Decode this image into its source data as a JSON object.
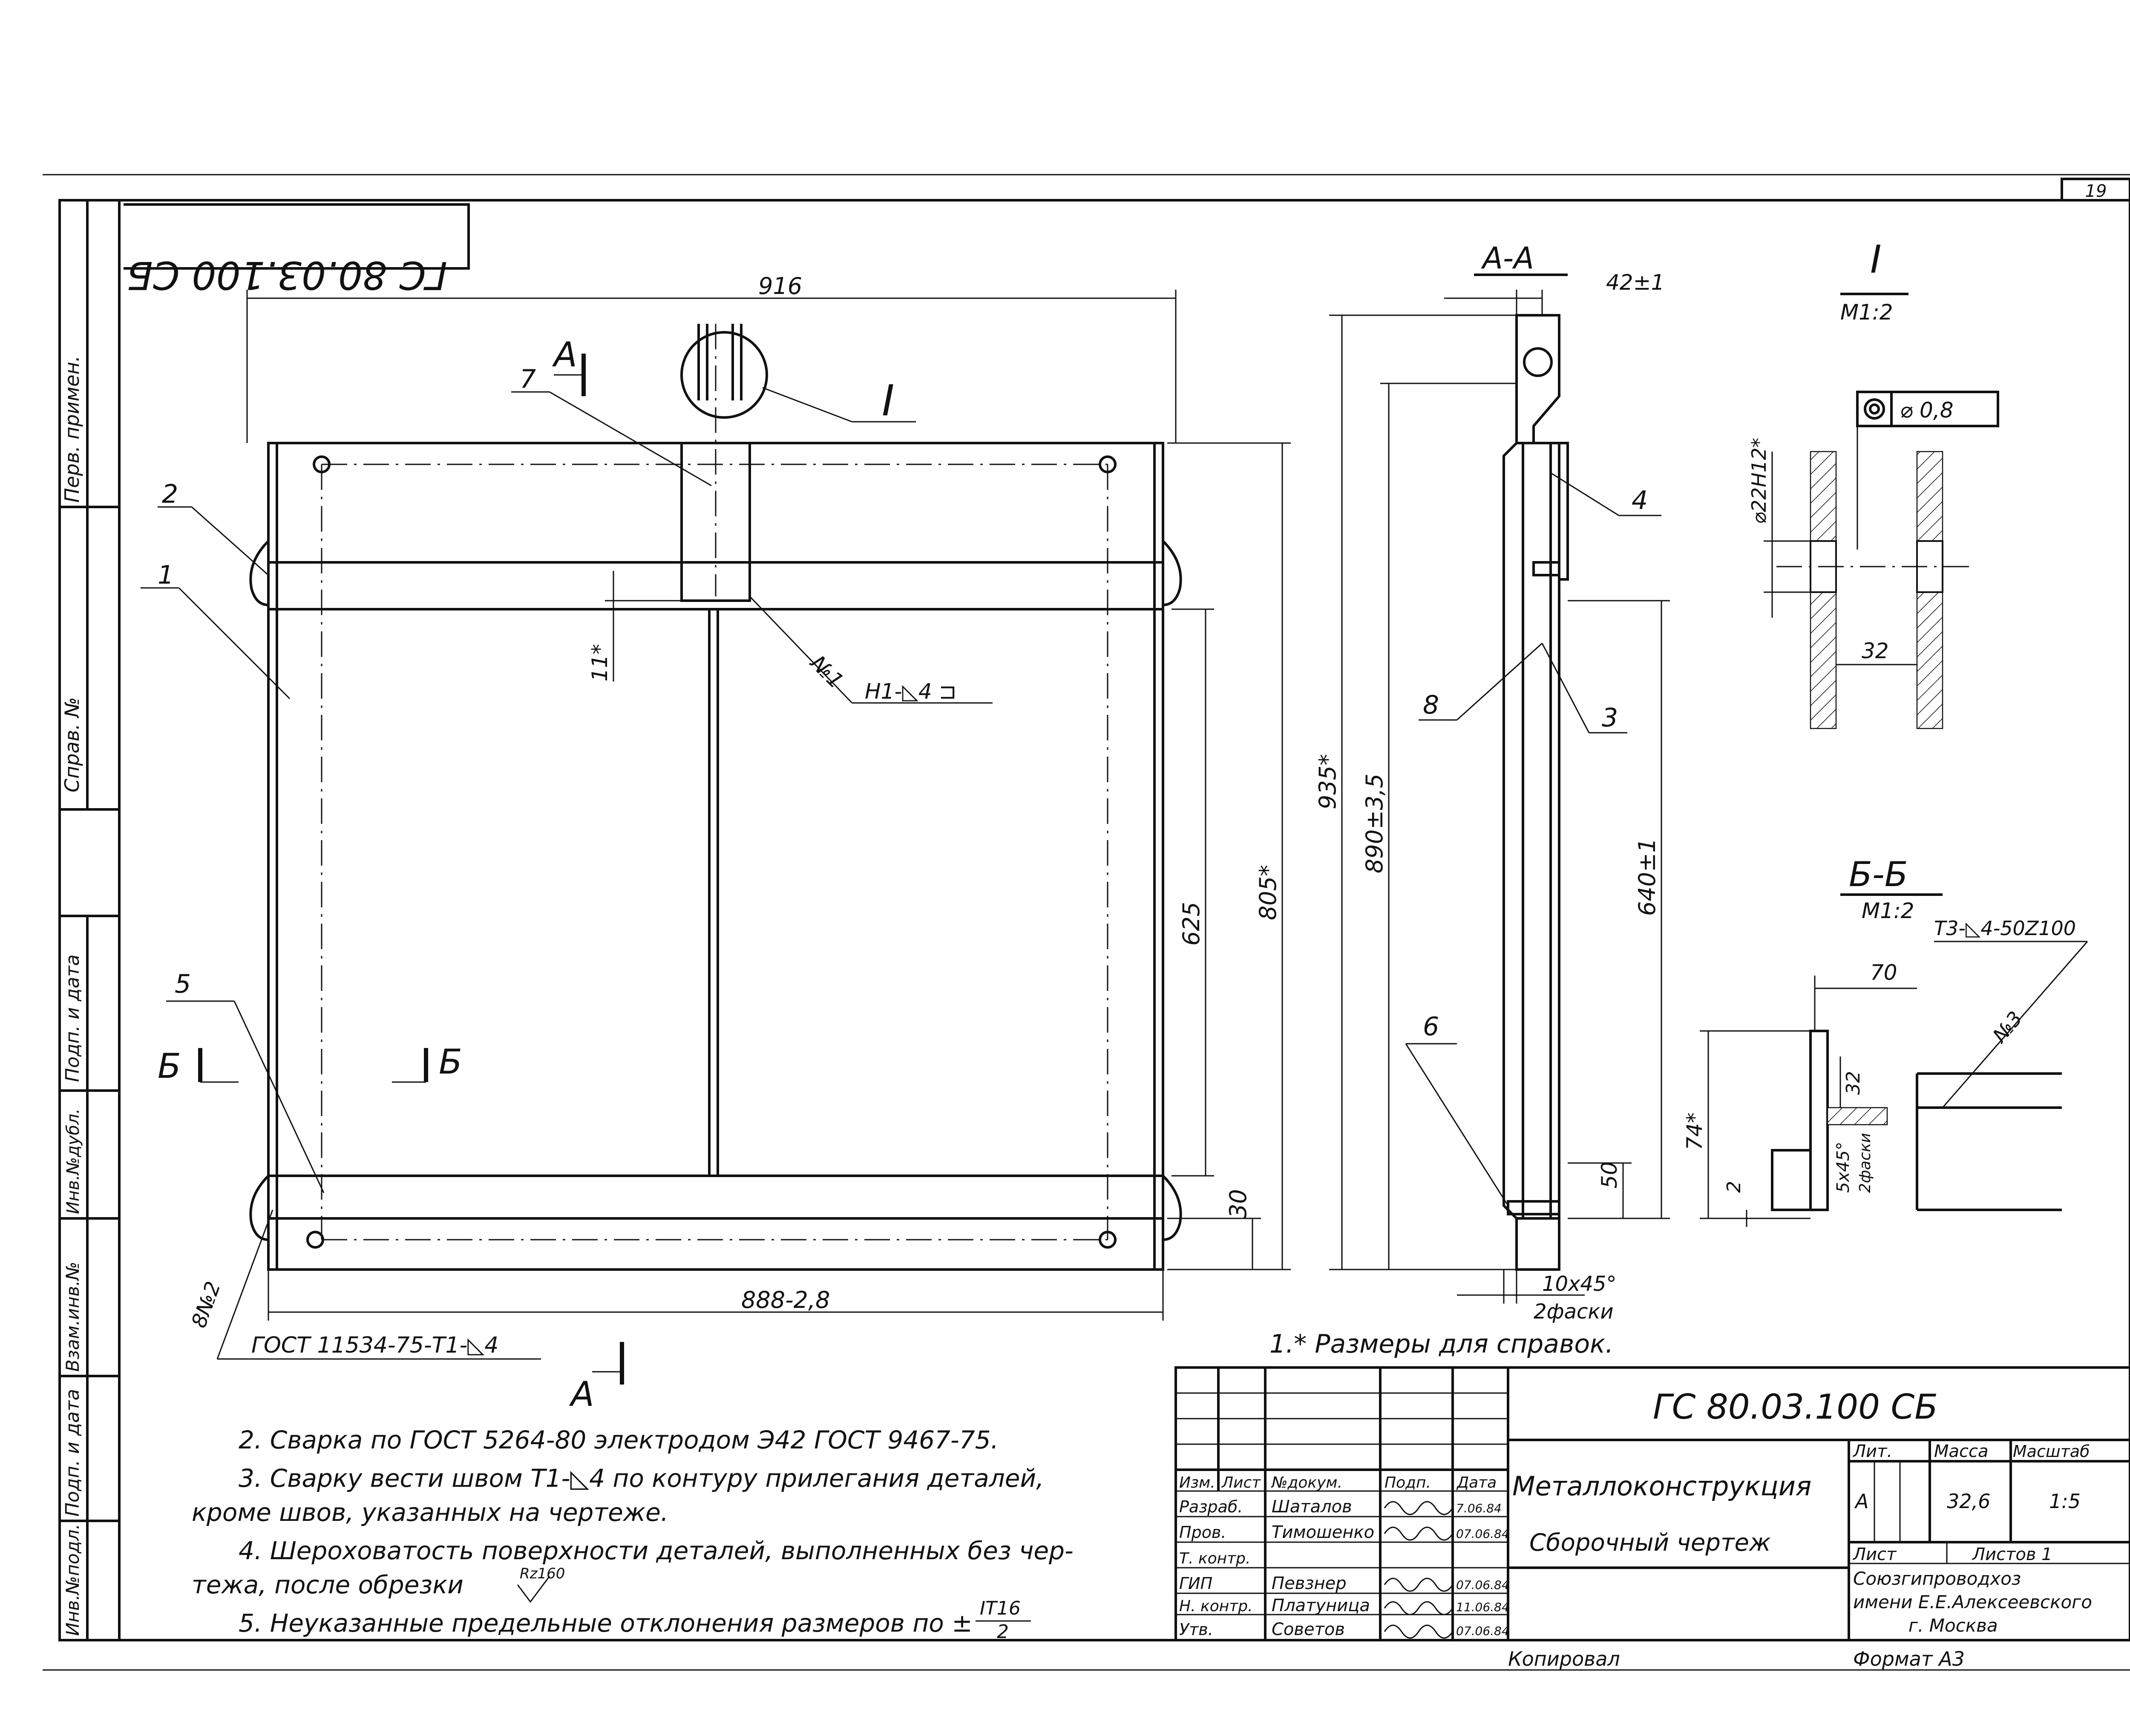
{
  "sheet": {
    "page_number": "19",
    "code_mirrored": "ГС 80.03.100 СБ",
    "format": "Формат А3",
    "copied": "Копировал"
  },
  "left_strip": {
    "perv_primen": "Перв. примен.",
    "sprav_no": "Справ. №",
    "podp_data_1": "Подп. и дата",
    "inv_dubl": "Инв.№дубл.",
    "vzam_inv": "Взам.инв.№",
    "podp_data_2": "Подп. и дата",
    "inv_podl": "Инв.№подл."
  },
  "main_view": {
    "dim_top": "916",
    "dim_bottom": "888-2,8",
    "dim_625": "625",
    "dim_805": "805*",
    "dim_30": "30",
    "dim_11": "11*",
    "pos_1": "1",
    "pos_2": "2",
    "pos_5": "5",
    "pos_7": "7",
    "detail_mark": "I",
    "section_a": "А",
    "section_b": "Б",
    "weld_1_no": "№1",
    "weld_1": "Н1-◺4 ⊐",
    "weld_2_no": "8№2",
    "weld_2": "ГОСТ 11534-75-Т1-◺4"
  },
  "section_aa": {
    "title": "А-А",
    "dim_42": "42±1",
    "dim_935": "935*",
    "dim_890": "890±3,5",
    "dim_640": "640±1",
    "dim_50": "50",
    "chamfer": "10x45°",
    "chamfer_note": "2фаски",
    "pos_3": "3",
    "pos_4": "4",
    "pos_6": "6",
    "pos_8": "8"
  },
  "detail_i": {
    "title": "I",
    "scale": "М1:2",
    "tolerance": "⌀ 0,8",
    "diameter": "⌀22Н12*",
    "dim_32": "32"
  },
  "section_bb": {
    "title": "Б-Б",
    "scale": "М1:2",
    "weld": "Т3-◺4-50Z100",
    "weld_no": "№3",
    "dim_70": "70",
    "dim_74": "74*",
    "dim_32": "32",
    "dim_2": "2",
    "chamfer": "5x45°",
    "chamfer_note": "2фаски"
  },
  "notes": [
    "1.* Размеры для справок.",
    "2. Сварка по ГОСТ 5264-80 электродом Э42 ГОСТ 9467-75.",
    "3. Сварку вести швом Т1-◺4 по контуру прилегания деталей,",
    "кроме швов, указанных на чертеже.",
    "4. Шероховатость поверхности деталей, выполненных без чер-",
    "тежа, после обрезки",
    "5. Неуказанные предельные отклонения размеров по ±"
  ],
  "roughness": "Rz160",
  "tolerance_fraction": {
    "num": "IT16",
    "den": "2"
  },
  "title_block": {
    "code": "ГС 80.03.100 СБ",
    "name": "Металлоконструкция",
    "doc_type": "Сборочный чертеж",
    "head": {
      "izm": "Изм.",
      "list": "Лист",
      "doc": "№докум.",
      "podp": "Подп.",
      "data": "Дата"
    },
    "rows": [
      {
        "role": "Разраб.",
        "name": "Шаталов",
        "date": "7.06.84"
      },
      {
        "role": "Пров.",
        "name": "Тимошенко",
        "date": "07.06.84"
      },
      {
        "role": "Т. контр.",
        "name": "",
        "date": ""
      },
      {
        "role": "ГИП",
        "name": "Певзнер",
        "date": "07.06.84"
      },
      {
        "role": "Н. контр.",
        "name": "Платуница",
        "date": "11.06.84"
      },
      {
        "role": "Утв.",
        "name": "Советов",
        "date": "07.06.84"
      }
    ],
    "lit_label": "Лит.",
    "lit_value": "А",
    "mass_label": "Масса",
    "mass_value": "32,6",
    "scale_label": "Масштаб",
    "scale_value": "1:5",
    "sheet_label": "Лист",
    "sheets_label": "Листов 1",
    "org1": "Союзгипроводхоз",
    "org2": "имени Е.Е.Алексеевского",
    "org3": "г. Москва"
  }
}
